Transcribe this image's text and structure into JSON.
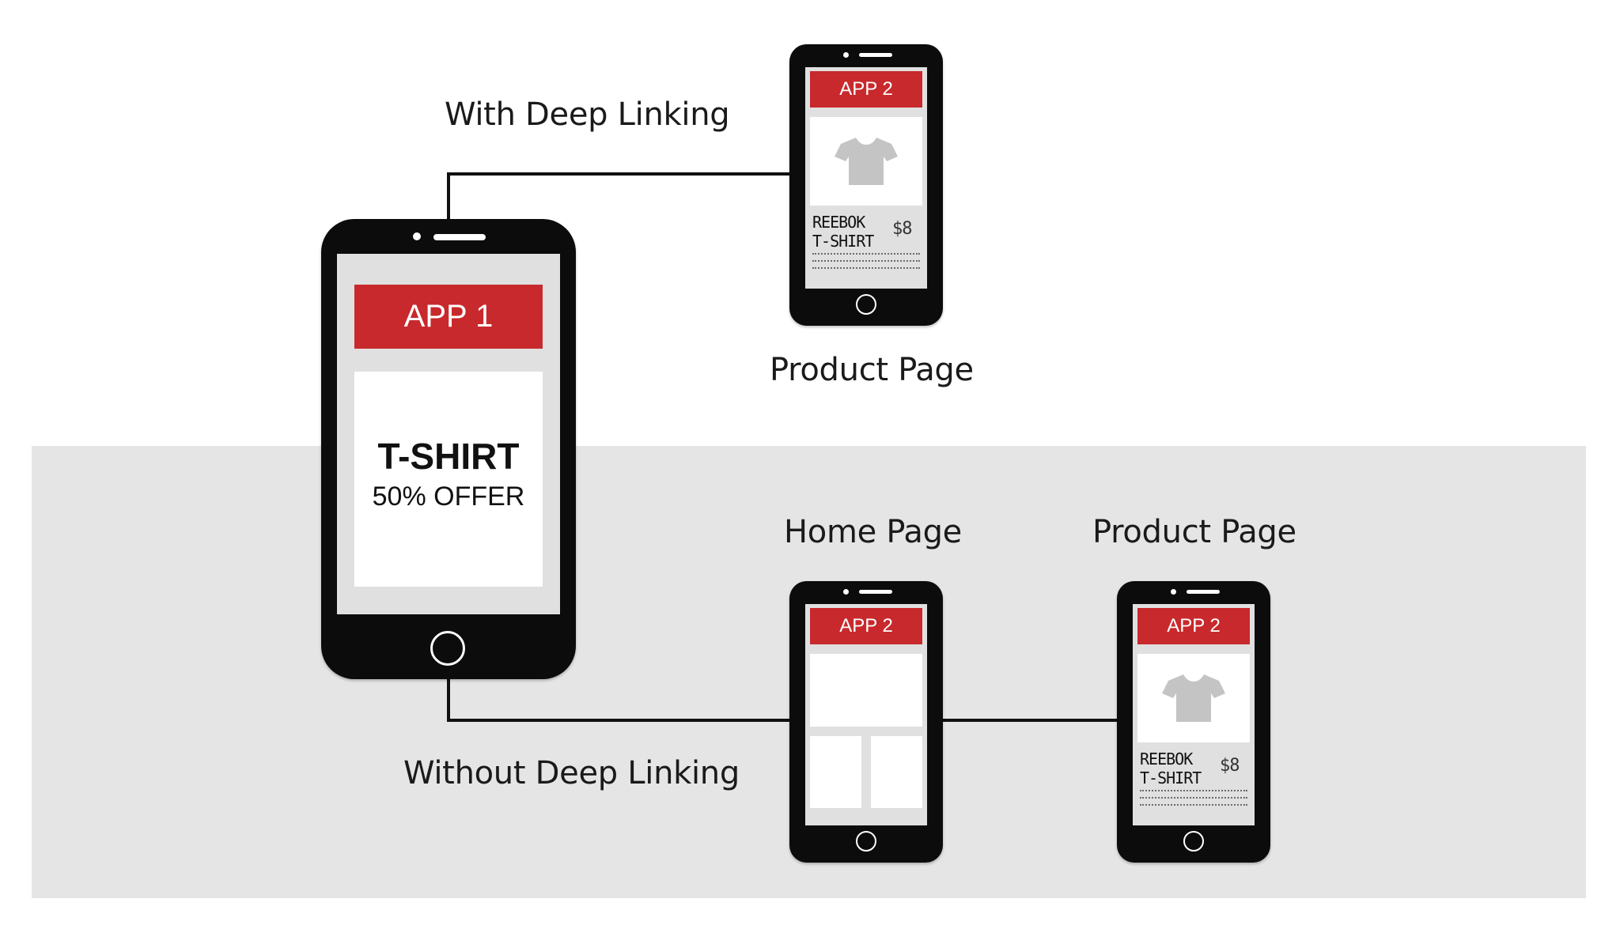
{
  "labels": {
    "with_deep_linking": "With Deep Linking",
    "without_deep_linking": "Without Deep Linking",
    "product_page_top": "Product Page",
    "home_page": "Home Page",
    "product_page_bottom": "Product Page"
  },
  "app1": {
    "title": "APP 1",
    "offer_title": "T-SHIRT",
    "offer_subtitle": "50% OFFER"
  },
  "app2_product_top": {
    "title": "APP 2",
    "product_line1": "REEBOK",
    "product_line2": "T-SHIRT",
    "price": "$8"
  },
  "app2_home": {
    "title": "APP 2"
  },
  "app2_product_bottom": {
    "title": "APP 2",
    "product_line1": "REEBOK",
    "product_line2": "T-SHIRT",
    "price": "$8"
  },
  "colors": {
    "accent_red": "#c8292c",
    "phone_body": "#0c0c0c",
    "band_gray": "#e5e5e5",
    "tshirt_gray": "#c4c4c4"
  },
  "icons": [
    "tshirt-icon",
    "home-button-icon",
    "speaker-icon",
    "camera-icon"
  ]
}
